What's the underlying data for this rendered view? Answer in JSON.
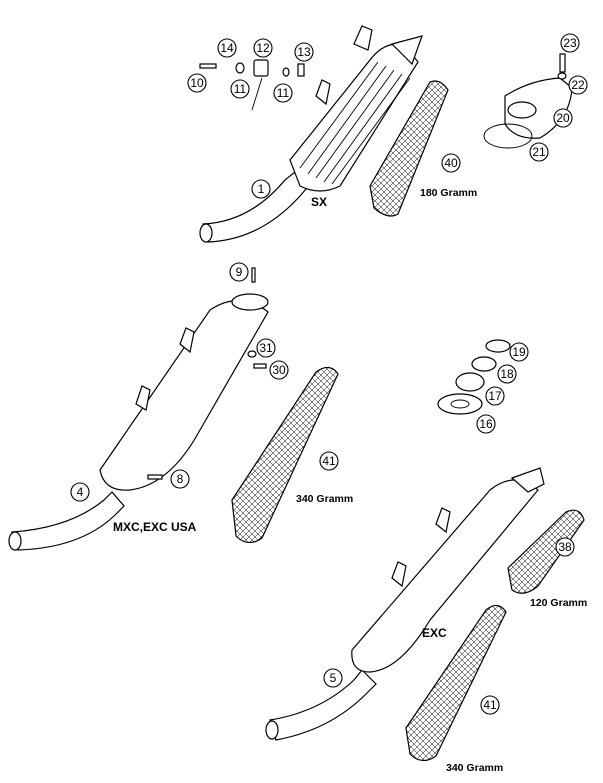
{
  "callouts": [
    "1",
    "4",
    "5",
    "8",
    "9",
    "10",
    "11",
    "11",
    "12",
    "13",
    "14",
    "16",
    "17",
    "18",
    "19",
    "20",
    "21",
    "22",
    "23",
    "30",
    "31",
    "38",
    "40",
    "41",
    "41"
  ],
  "labels": {
    "sx": "SX",
    "mxc": "MXC,EXC USA",
    "exc": "EXC",
    "w180": "180 Gramm",
    "w340a": "340 Gramm",
    "w120": "120 Gramm",
    "w340b": "340 Gramm"
  }
}
